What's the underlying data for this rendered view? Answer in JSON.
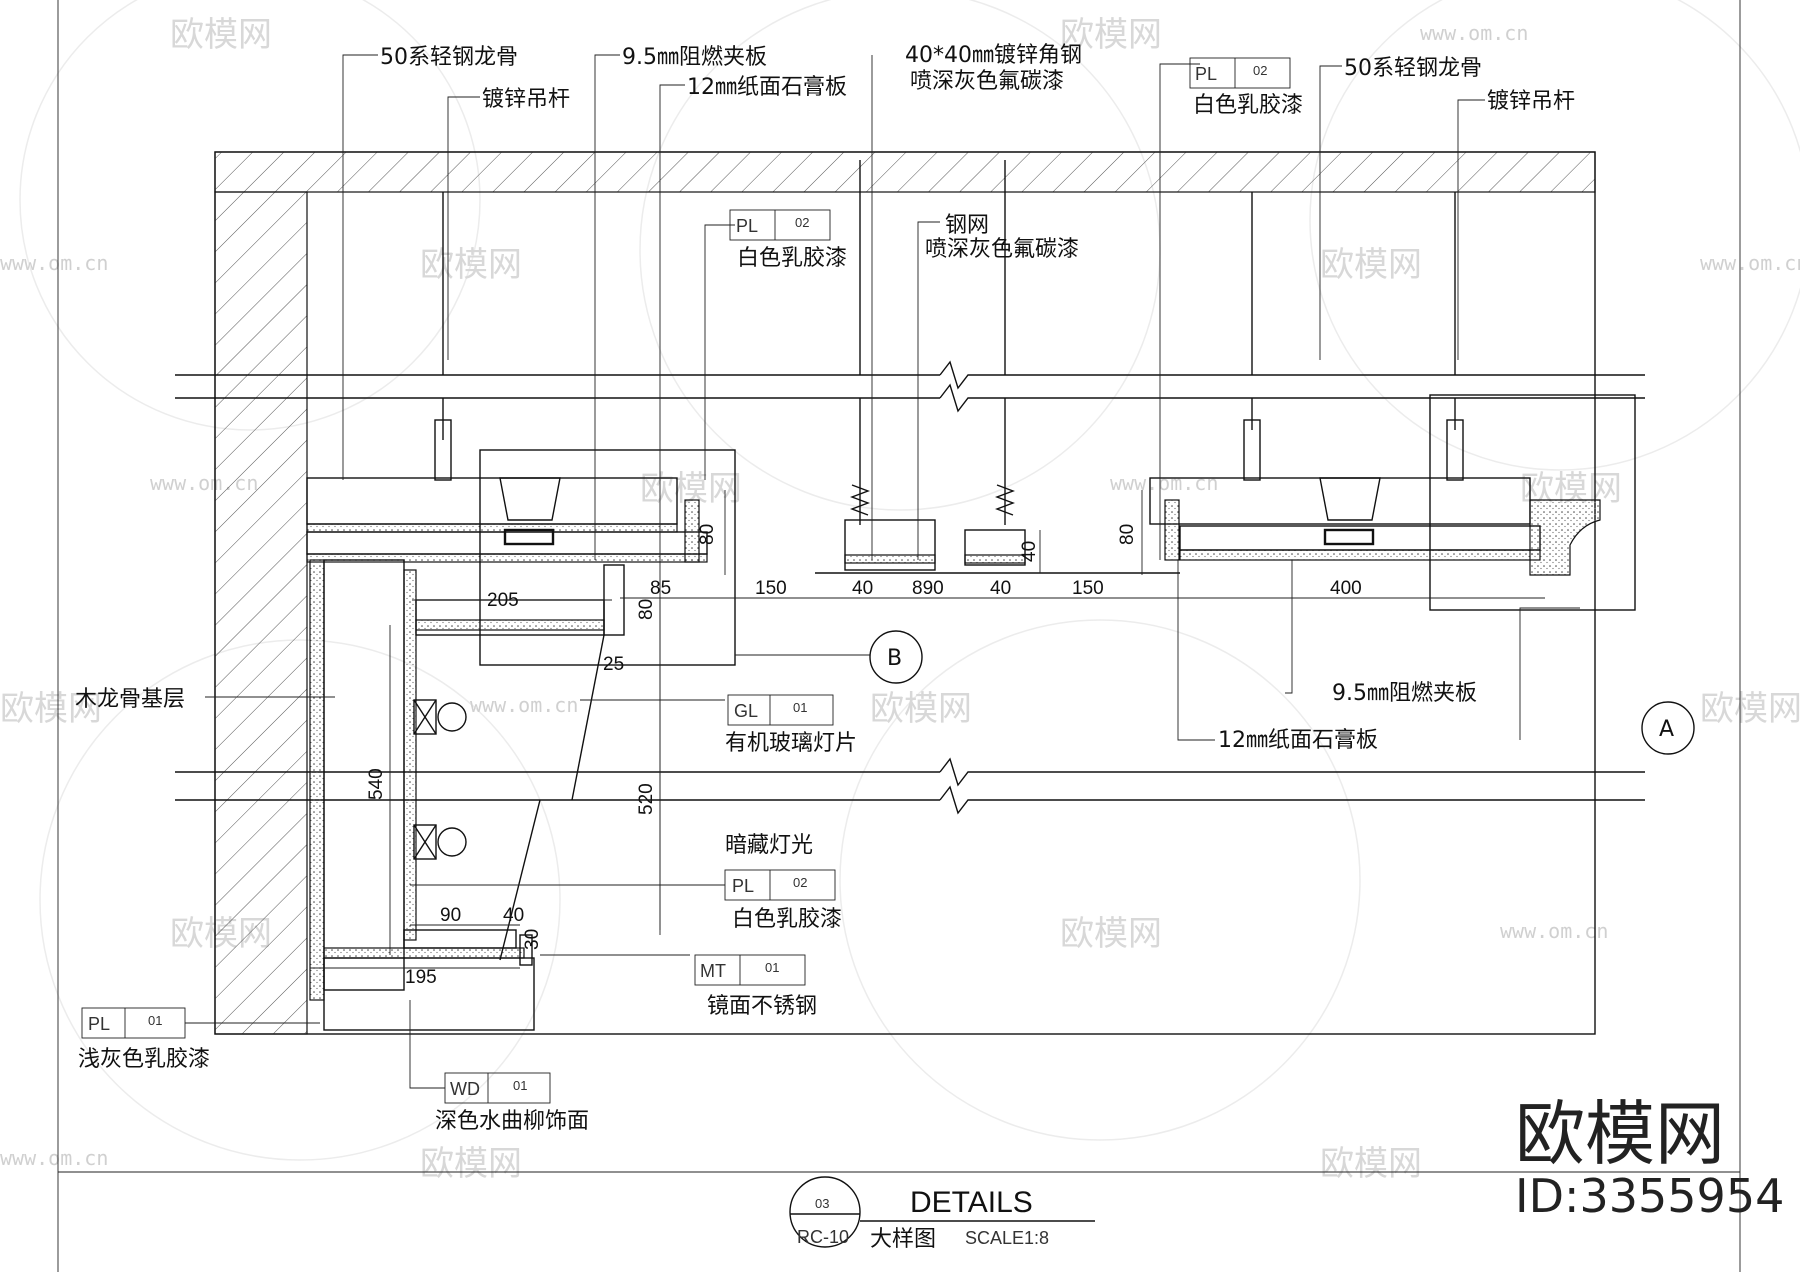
{
  "callouts": {
    "steel_keel_left": "50系轻钢龙骨",
    "hanger_rod_left": "镀锌吊杆",
    "fireproof_board_top": "9.5㎜阻燃夹板",
    "gypsum_top": "12㎜纸面石膏板",
    "angle_steel_line1": "40*40㎜镀锌角钢",
    "angle_steel_line2": "喷深灰色氟碳漆",
    "white_latex_right_top": "白色乳胶漆",
    "steel_keel_right": "50系轻钢龙骨",
    "hanger_rod_right": "镀锌吊杆",
    "white_latex_mid": "白色乳胶漆",
    "steel_mesh_line1": "钢网",
    "steel_mesh_line2": "喷深灰色氟碳漆",
    "wood_keel_base": "木龙骨基层",
    "acrylic_light": "有机玻璃灯片",
    "hidden_light": "暗藏灯光",
    "white_latex_low": "白色乳胶漆",
    "mirror_steel": "镜面不锈钢",
    "light_grey_latex": "浅灰色乳胶漆",
    "dark_wood": "深色水曲柳饰面",
    "fireproof_board_right": "9.5㎜阻燃夹板",
    "gypsum_right": "12㎜纸面石膏板"
  },
  "tags": {
    "pl_top_right": {
      "code": "PL",
      "num": "02"
    },
    "pl_mid": {
      "code": "PL",
      "num": "02"
    },
    "gl": {
      "code": "GL",
      "num": "01"
    },
    "pl_low": {
      "code": "PL",
      "num": "02"
    },
    "mt": {
      "code": "MT",
      "num": "01"
    },
    "pl_left": {
      "code": "PL",
      "num": "01"
    },
    "wd": {
      "code": "WD",
      "num": "01"
    }
  },
  "dimensions": {
    "d80_left": "80",
    "d85": "85",
    "d150_left": "150",
    "d40_left": "40",
    "d890": "890",
    "d40_right": "40",
    "d150_right": "150",
    "d400": "400",
    "d80_right": "80",
    "d40_vert": "40",
    "d205": "205",
    "d80_mid": "80",
    "d25": "25",
    "d540": "540",
    "d520": "520",
    "d90": "90",
    "d40_low": "40",
    "d30": "30",
    "d195": "195"
  },
  "markers": {
    "b": "B",
    "a": "A"
  },
  "title_block": {
    "number": "03",
    "sheet": "RC-10",
    "title": "DETAILS",
    "subtitle": "大样图",
    "scale": "SCALE1:8"
  },
  "watermark": {
    "brand": "欧模网",
    "url": "www.om.cn",
    "id": "ID:3355954"
  }
}
